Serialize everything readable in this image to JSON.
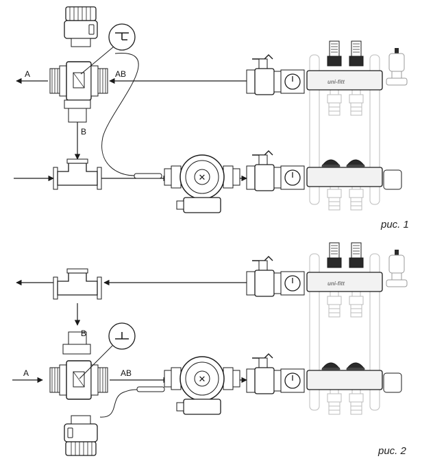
{
  "figure_1": {
    "caption": "рис. 1",
    "port_a": "A",
    "port_ab": "AB",
    "port_b": "B",
    "brand": "uni-fitt"
  },
  "figure_2": {
    "caption": "рис. 2",
    "port_a": "A",
    "port_ab": "AB",
    "port_b": "B",
    "brand": "uni-fitt"
  },
  "colors": {
    "line": "#1a1a1a",
    "manifold_fill": "#f2f2f2",
    "flowmeter_dark": "#2a2a2a"
  }
}
